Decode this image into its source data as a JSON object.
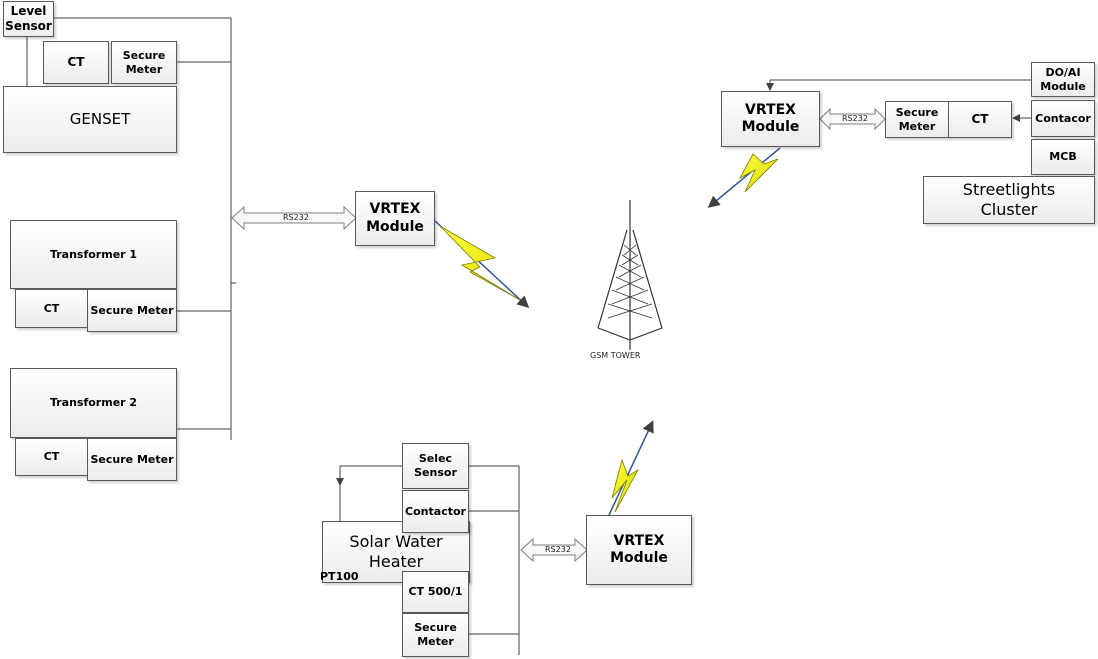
{
  "diagram": {
    "left_group": {
      "level_sensor": "Level\nSensor",
      "genset_ct": "CT",
      "genset_meter": "Secure\nMeter",
      "genset": "GENSET",
      "transformer1": "Transformer 1",
      "transformer1_ct": "CT",
      "transformer1_meter": "Secure Meter",
      "transformer2": "Transformer 2",
      "transformer2_ct": "CT",
      "transformer2_meter": "Secure Meter",
      "link_label": "RS232",
      "module": "VRTEX\nModule"
    },
    "tower": {
      "label": "GSM TOWER"
    },
    "right_group": {
      "module": "VRTEX\nModule",
      "link_label": "RS232",
      "meter": "Secure\nMeter",
      "ct": "CT",
      "doai": "DO/AI\nModule",
      "contactor": "Contacor",
      "mcb": "MCB",
      "streetlights": "Streetlights\nCluster"
    },
    "bottom_group": {
      "selec_sensor": "Selec\nSensor",
      "contactor": "Contactor",
      "solar_heater": "Solar Water\nHeater",
      "pt100": "PT100",
      "ct": "CT 500/1",
      "meter": "Secure\nMeter",
      "link_label": "RS232",
      "module": "VRTEX\nModule"
    },
    "colors": {
      "bolt_fill": "#f2f20a",
      "bolt_edge": "#2f5597",
      "line": "#404040"
    }
  }
}
